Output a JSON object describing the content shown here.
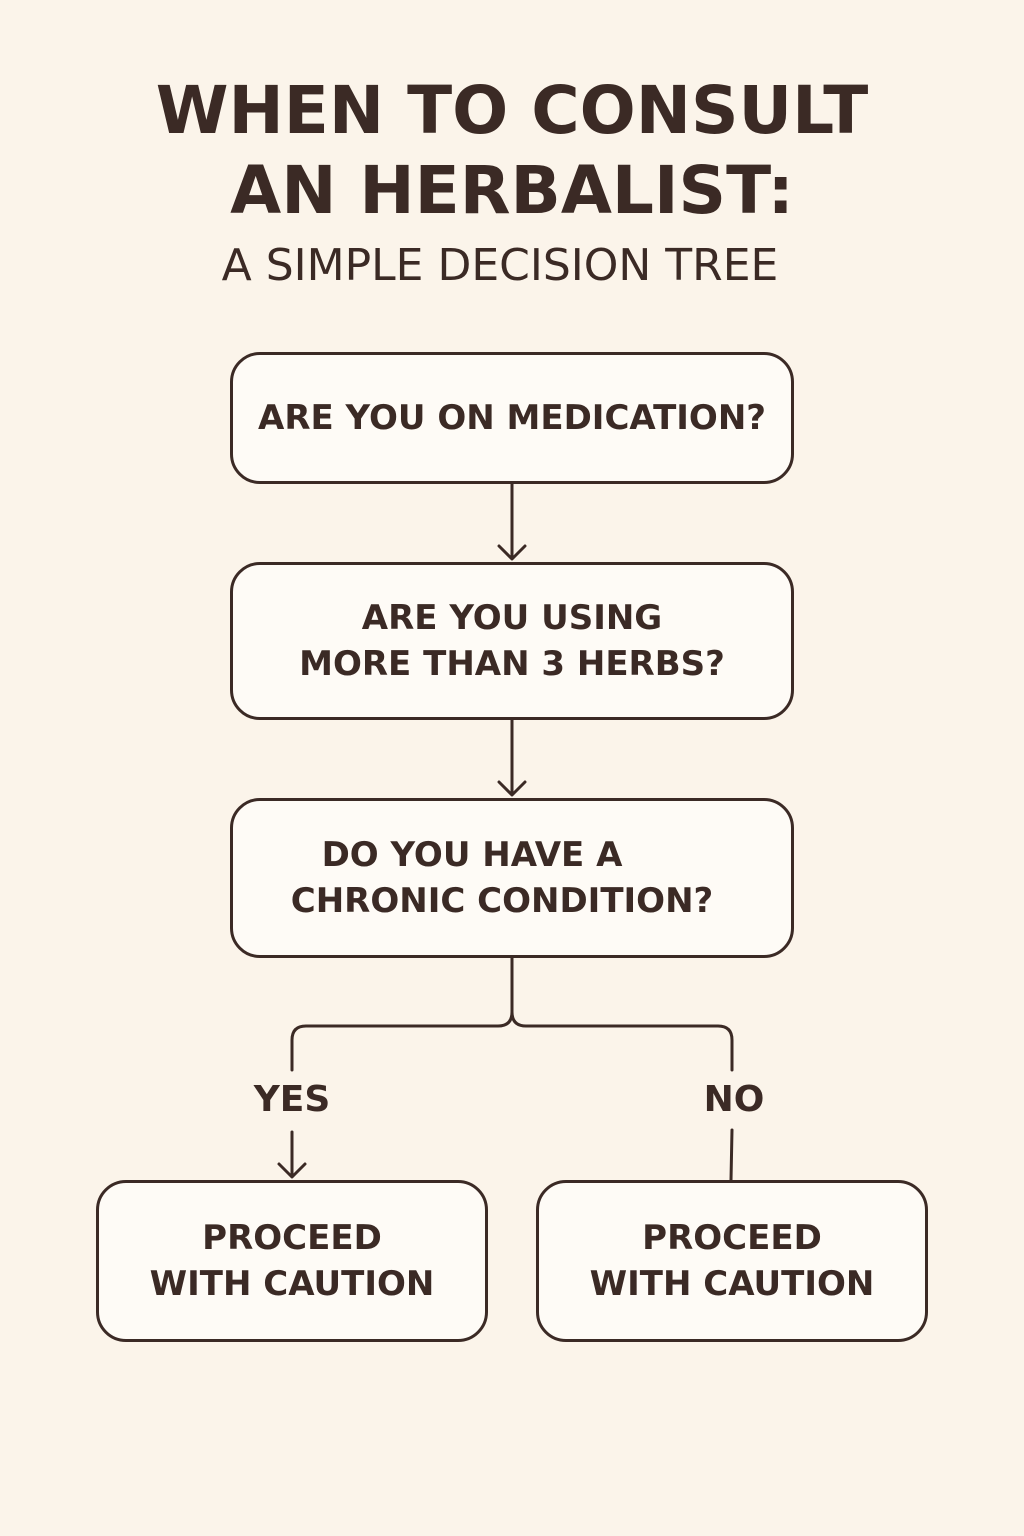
{
  "title": {
    "line1": "WHEN TO CONSULT",
    "line2": "AN HERBALIST:",
    "subtitle": "A SIMPLE DECISION TREE"
  },
  "nodes": {
    "medication": {
      "lines": [
        "ARE YOU ON MEDICATION?"
      ]
    },
    "herbs": {
      "lines": [
        "ARE YOU USING",
        "MORE THAN 3 HERBS?"
      ]
    },
    "chronic": {
      "lines": [
        "DO YOU HAVE A",
        "CHRONIC CONDITION?"
      ]
    },
    "yes_outcome": {
      "lines": [
        "PROCEED",
        "WITH CAUTION"
      ]
    },
    "no_outcome": {
      "lines": [
        "PROCEED",
        "WITH CAUTION"
      ]
    }
  },
  "branches": {
    "yes": "YES",
    "no": "NO"
  },
  "colors": {
    "background": "#fbf4ea",
    "ink": "#3b2a25",
    "box_fill": "#fefbf6"
  }
}
